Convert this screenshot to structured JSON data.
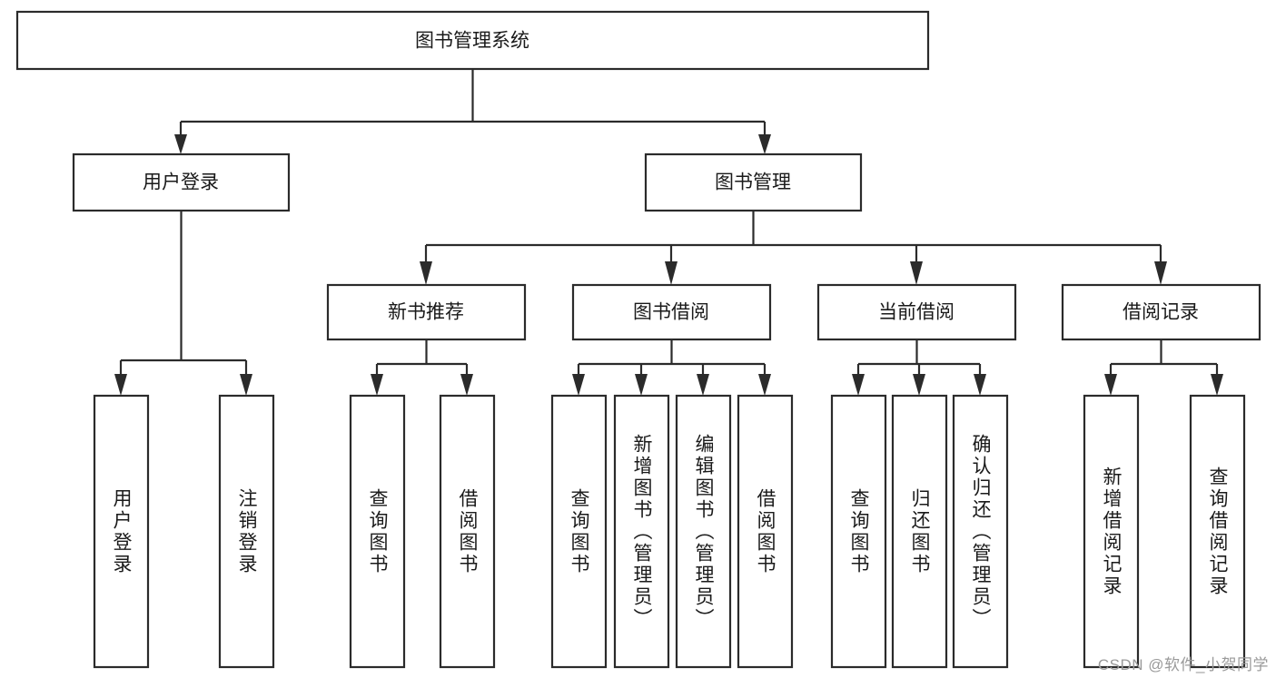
{
  "diagram": {
    "type": "tree-hierarchy-chart",
    "title": "图书管理系统",
    "background_color": "#ffffff",
    "line_color": "#2b2b2b",
    "text_color": "#1a1a1a",
    "levels": [
      {
        "level": 1,
        "nodes": [
          {
            "id": "root",
            "label": "图书管理系统",
            "orientation": "horizontal"
          }
        ]
      },
      {
        "level": 2,
        "nodes": [
          {
            "id": "login",
            "label": "用户登录",
            "orientation": "horizontal",
            "parent": "root"
          },
          {
            "id": "bookmgr",
            "label": "图书管理",
            "orientation": "horizontal",
            "parent": "root"
          }
        ]
      },
      {
        "level": 3,
        "nodes": [
          {
            "id": "newbook",
            "label": "新书推荐",
            "orientation": "horizontal",
            "parent": "bookmgr"
          },
          {
            "id": "borrow",
            "label": "图书借阅",
            "orientation": "horizontal",
            "parent": "bookmgr"
          },
          {
            "id": "current",
            "label": "当前借阅",
            "orientation": "horizontal",
            "parent": "bookmgr"
          },
          {
            "id": "records",
            "label": "借阅记录",
            "orientation": "horizontal",
            "parent": "bookmgr"
          }
        ]
      },
      {
        "level": 4,
        "nodes": [
          {
            "id": "l1",
            "label": "用户登录",
            "orientation": "vertical",
            "parent": "login"
          },
          {
            "id": "l2",
            "label": "注销登录",
            "orientation": "vertical",
            "parent": "login"
          },
          {
            "id": "l3",
            "label": "查询图书",
            "orientation": "vertical",
            "parent": "newbook"
          },
          {
            "id": "l4",
            "label": "借阅图书",
            "orientation": "vertical",
            "parent": "newbook"
          },
          {
            "id": "l5",
            "label": "查询图书",
            "orientation": "vertical",
            "parent": "borrow"
          },
          {
            "id": "l6",
            "label": "新增图书（管理员）",
            "orientation": "vertical",
            "parent": "borrow"
          },
          {
            "id": "l7",
            "label": "编辑图书（管理员）",
            "orientation": "vertical",
            "parent": "borrow"
          },
          {
            "id": "l8",
            "label": "借阅图书",
            "orientation": "vertical",
            "parent": "borrow"
          },
          {
            "id": "l9",
            "label": "查询图书",
            "orientation": "vertical",
            "parent": "current"
          },
          {
            "id": "l10",
            "label": "归还图书",
            "orientation": "vertical",
            "parent": "current"
          },
          {
            "id": "l11",
            "label": "确认归还（管理员）",
            "orientation": "vertical",
            "parent": "current"
          },
          {
            "id": "l12",
            "label": "新增借阅记录",
            "orientation": "vertical",
            "parent": "records"
          },
          {
            "id": "l13",
            "label": "查询借阅记录",
            "orientation": "vertical",
            "parent": "records"
          }
        ]
      }
    ]
  },
  "watermark": {
    "text": "CSDN @软件_小贺同学"
  }
}
